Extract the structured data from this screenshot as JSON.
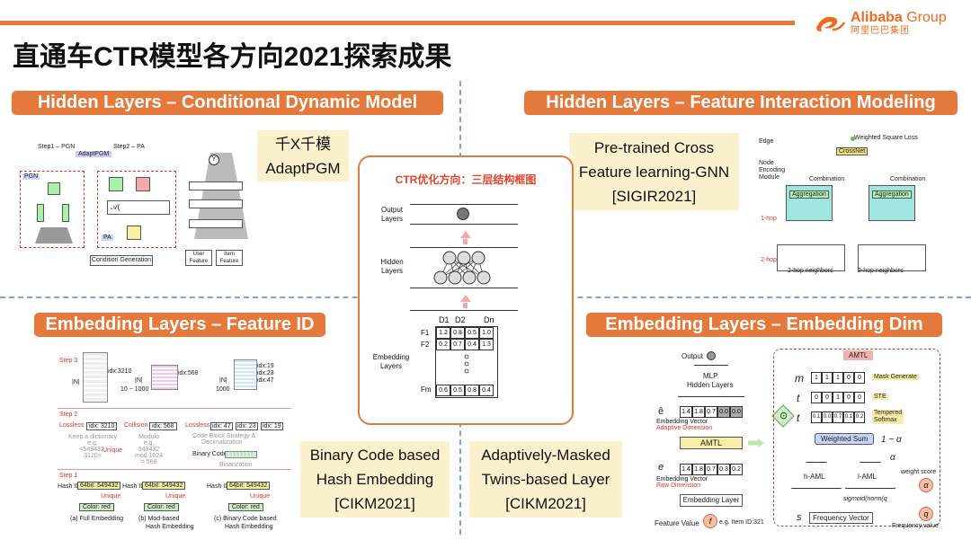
{
  "page_title": "直通车CTR模型各方向2021探索成果",
  "brand": {
    "name_en": "Alibaba",
    "name_suffix": "Group",
    "name_cn": "阿里巴巴集团",
    "color": "#ee6a1e"
  },
  "colors": {
    "banner": "#e5793c",
    "note_bg": "#fbf1cc",
    "divider": "#7ea7cf",
    "accent_red": "#e0452b"
  },
  "quadrants": {
    "top_left": {
      "banner": "Hidden Layers – Conditional Dynamic Model",
      "note_lines": [
        "千X千模",
        "AdaptPGM"
      ],
      "diagram": {
        "step1": "Step1 – PGN",
        "step2": "Step2 – PA",
        "adapt": "AdaptPGM",
        "pgn": "PGN",
        "pa": "PA",
        "y": "Y",
        "cond_gen": "Condition Generation",
        "user_feature": "User Feature",
        "item_feature": "Item Feature"
      }
    },
    "top_right": {
      "banner": "Hidden Layers – Feature Interaction Modeling",
      "note_lines": [
        "Pre-trained Cross",
        "Feature learning-GNN",
        "[SIGIR2021]"
      ],
      "diagram": {
        "edge": "Edge",
        "wsl": "Weighted Square Loss",
        "crossnet": "CrossNet",
        "combination": "Combination",
        "node_module": "Node Encoding Module",
        "hop1": "1-hop",
        "hop2": "2-hop",
        "aggregation": "Aggregation",
        "neighbors2": "2-hop neighbors"
      }
    },
    "bottom_left": {
      "banner": "Embedding Layers – Feature ID",
      "note_lines": [
        "Binary Code based",
        "Hash Embedding",
        "[CIKM2021]"
      ],
      "diagram": {
        "step3": "Step 3",
        "step2": "Step 2",
        "step1": "Step 1",
        "idx_a": "idx:3210",
        "idx_b": "idx:568",
        "idx_c1": "idx:19",
        "idx_c2": "idx:23",
        "idx_c3": "idx:47",
        "n_a": "|N|",
        "n_b": "|N|",
        "range_b": "10 ~ 1000",
        "n_c": "|N|",
        "n_c2": "1000",
        "lossless": "Lossless",
        "collision": "Collision",
        "lossless2": "Lossless",
        "val_3210": "idx: 3210",
        "val_568": "idx: 568",
        "val_47": "idx: 47",
        "val_23": "idx: 23",
        "val_19": "idx: 19",
        "unique": "Unique",
        "keep_dict": "Keep a dictionary",
        "dict_eg": "e.g.",
        "dict_v1": "<549432,",
        "dict_v2": "3120>",
        "modulo": "Modulo",
        "mod_eg": "e.g.",
        "mod_v1": "549432",
        "mod_v2": "mod 1024",
        "mod_v3": "= 568",
        "code_block": "Code Block Strategy &",
        "decimal": "Decimalization",
        "binary_code": "Binary Code",
        "binarization": "Binarization",
        "hash_id": "Hash ID",
        "bit64": "64bit: 549432",
        "color": "Color: red",
        "cap_a": "(a) Full Embedding",
        "cap_b1": "(b) Mod-based",
        "cap_b2": "Hash Embedding",
        "cap_c1": "(c) Binary Code based",
        "cap_c2": "Hash Embedding"
      }
    },
    "bottom_right": {
      "banner": "Embedding Layers – Embedding Dim",
      "note_lines": [
        "Adaptively-Masked",
        "Twins-based Layer",
        "[CIKM2021]"
      ],
      "diagram": {
        "output": "Output",
        "mlp": "MLP",
        "hidden_layers": "Hidden Layers",
        "e_hat": "ê",
        "e_hat_vals": [
          "1.4",
          "1.8",
          "0.7",
          "0.0",
          "0.0"
        ],
        "ev_adapt1": "Embedding Vector",
        "ev_adapt2": "Adaptive Dimension",
        "amtl": "AMTL",
        "e_vals": [
          "1.4",
          "1.8",
          "0.7",
          "0.3",
          "0.2"
        ],
        "ev_raw1": "Embedding Vector",
        "ev_raw2": "Raw Dimension",
        "emb_layer": "Embedding Layer",
        "feature_value": "Feature Value",
        "f_sym": "f",
        "eg_item": "e.g. Item ID:321",
        "m_vals": [
          "1",
          "1",
          "1",
          "0",
          "0"
        ],
        "mask_generate": "Mask Generate",
        "t_tilde_vals": [
          "0",
          "0",
          "1",
          "0",
          "0"
        ],
        "ste": "STE",
        "t_hat_vals": [
          "0.1",
          "0.0",
          "0.7",
          "0.1",
          "0.2"
        ],
        "temp_softmax1": "Tempered",
        "temp_softmax2": "Softmax",
        "weighted_sum": "Weighted Sum",
        "one_minus_alpha": "1 − α",
        "alpha": "α",
        "h_aml": "h-AML",
        "l_aml": "l-AML",
        "weight_score": "weight score",
        "sigmoid": "sigmoid(norm(q",
        "freq_vector": "Frequency Vector",
        "freq_value": "Frequency value",
        "sym_m": "m",
        "sym_t": "t",
        "sym_s": "s",
        "sym_q": "q"
      }
    }
  },
  "center_frame": {
    "title": "CTR优化方向：三层结构框图",
    "output_layers": [
      "Output",
      "Layers"
    ],
    "hidden_layers": [
      "Hidden",
      "Layers"
    ],
    "embedding_layers": [
      "Embedding",
      "Layers"
    ],
    "columns": [
      "D1",
      "D2",
      "Dn"
    ],
    "rows": [
      {
        "label": "F1",
        "values": [
          "1.2",
          "0.8",
          "0.5",
          "1.0"
        ]
      },
      {
        "label": "F2",
        "values": [
          "0.2",
          "0.7",
          "0.4",
          "1.3"
        ]
      },
      {
        "label": "Fm",
        "values": [
          "0.6",
          "0.5",
          "0.8",
          "0.4"
        ]
      }
    ]
  }
}
